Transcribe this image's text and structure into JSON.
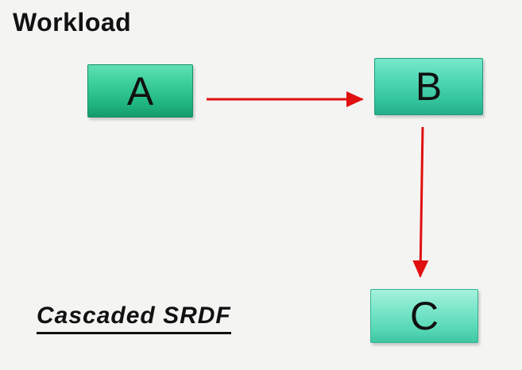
{
  "title": "Workload",
  "caption": "Cascaded SRDF",
  "nodes": {
    "a": "A",
    "b": "B",
    "c": "C"
  },
  "edges": [
    {
      "from": "A",
      "to": "B"
    },
    {
      "from": "B",
      "to": "C"
    }
  ],
  "colors": {
    "arrow": "#e01010",
    "node": "#2fc496",
    "background": "#f4f4f2"
  }
}
